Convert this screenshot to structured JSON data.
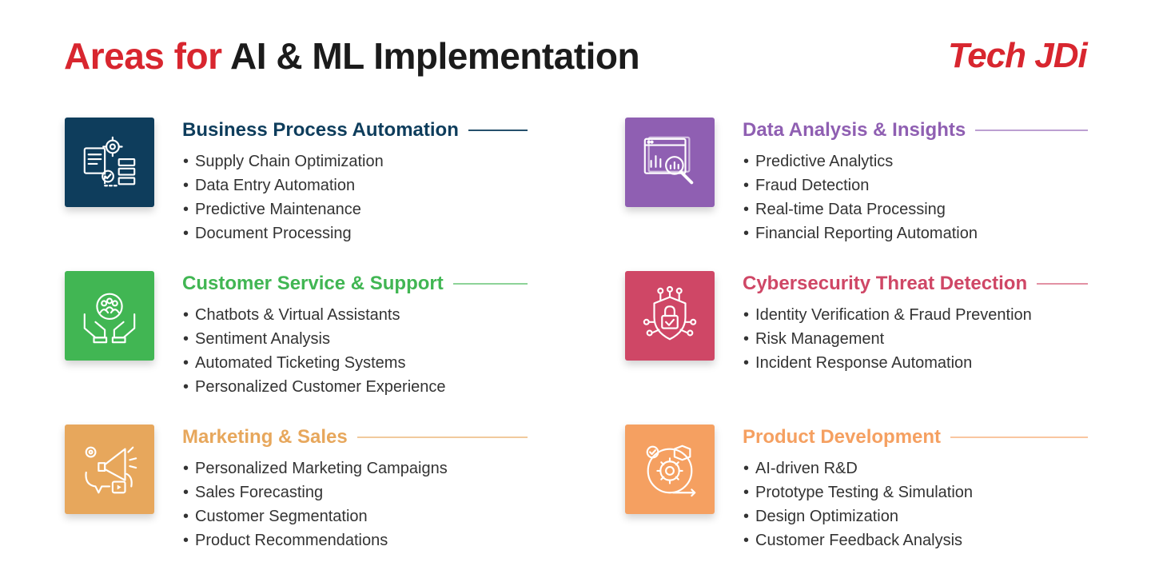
{
  "header": {
    "title_accent": "Areas for",
    "title_rest": "AI & ML Implementation",
    "logo_text": "Tech JDi",
    "accent_color": "#d8262f"
  },
  "sections": [
    {
      "title": "Business Process Automation",
      "color": "#0e3d5c",
      "icon": "workflow-automation-icon",
      "items": [
        "Supply Chain Optimization",
        "Data Entry Automation",
        "Predictive Maintenance",
        "Document Processing"
      ]
    },
    {
      "title": "Data Analysis & Insights",
      "color": "#8f5fb2",
      "icon": "analytics-magnifier-icon",
      "items": [
        "Predictive Analytics",
        "Fraud Detection",
        "Real-time Data Processing",
        "Financial Reporting Automation"
      ]
    },
    {
      "title": "Customer Service & Support",
      "color": "#41b653",
      "icon": "customer-care-hands-icon",
      "items": [
        "Chatbots & Virtual Assistants",
        "Sentiment Analysis",
        "Automated Ticketing  Systems",
        "Personalized Customer Experience"
      ]
    },
    {
      "title": "Cybersecurity Threat Detection",
      "color": "#cf4766",
      "icon": "shield-lock-icon",
      "items": [
        "Identity Verification & Fraud Prevention",
        "Risk Management",
        "Incident Response Automation"
      ]
    },
    {
      "title": "Marketing & Sales",
      "color": "#e7a75c",
      "icon": "megaphone-icon",
      "items": [
        "Personalized Marketing Campaigns",
        "Sales Forecasting",
        "Customer Segmentation",
        "Product Recommendations"
      ]
    },
    {
      "title": "Product Development",
      "color": "#f5a061",
      "icon": "gear-cycle-icon",
      "items": [
        "AI-driven R&D",
        "Prototype Testing & Simulation",
        "Design Optimization",
        "Customer Feedback Analysis"
      ]
    }
  ]
}
